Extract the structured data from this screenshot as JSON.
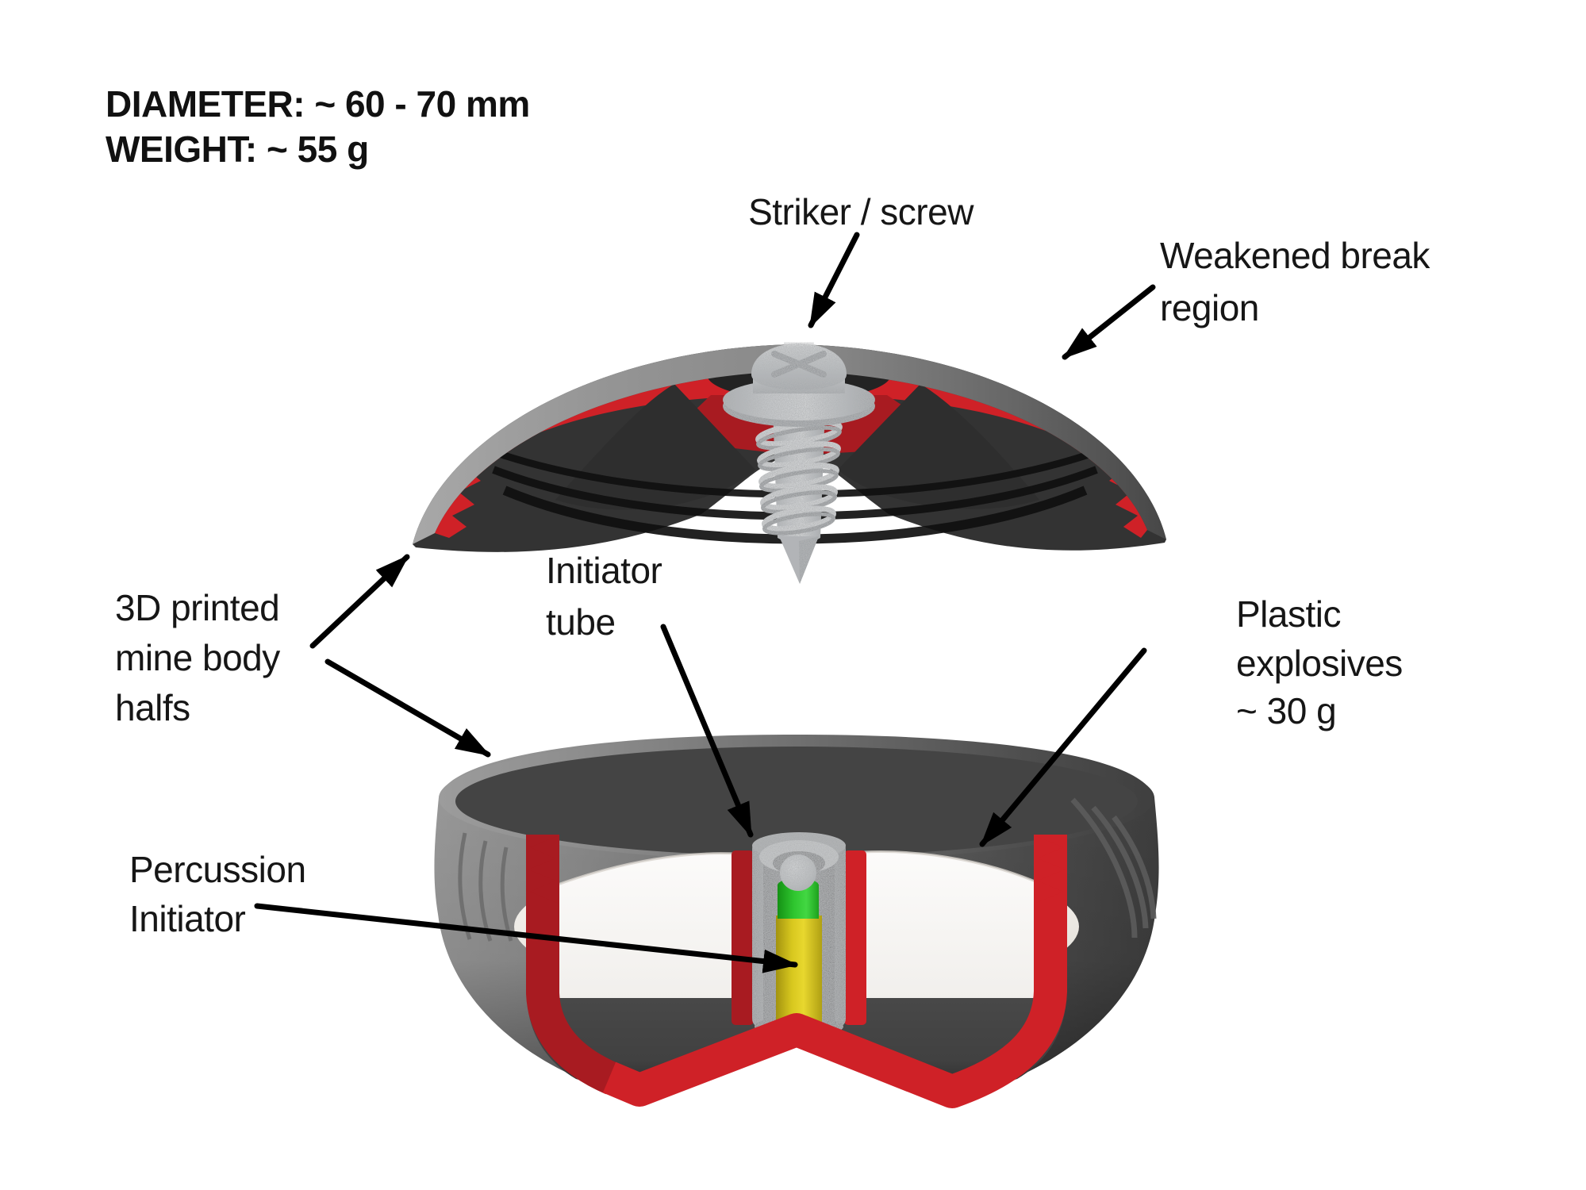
{
  "figure": {
    "type": "exploded cross-section diagram",
    "title_block": {
      "diameter": "DIAMETER:  ~ 60 - 70 mm",
      "weight": "WEIGHT: ~ 55 g"
    },
    "labels": {
      "striker": {
        "line1": "Striker / screw"
      },
      "weakened": {
        "line1": "Weakened break",
        "line2": "region"
      },
      "body": {
        "line1": "3D printed",
        "line2": "mine body",
        "line3": "halfs"
      },
      "tube": {
        "line1": "Initiator",
        "line2": "tube"
      },
      "explosives": {
        "line1": "Plastic",
        "line2": "explosives",
        "line3": "~ 30 g"
      },
      "percussion": {
        "line1": "Percussion",
        "line2": "Initiator"
      }
    },
    "colors": {
      "body_red": "#cf2127",
      "body_red_dark": "#a81b21",
      "body_gray": "#8a8a8a",
      "underside_dark": "#2e2e2e",
      "explosive_white": "#f4f2ee",
      "initiator_yellow": "#d8c81f",
      "initiator_green": "#2fc62f",
      "metal_silver": "#c7cbce",
      "annotation_black": "#000000"
    }
  }
}
